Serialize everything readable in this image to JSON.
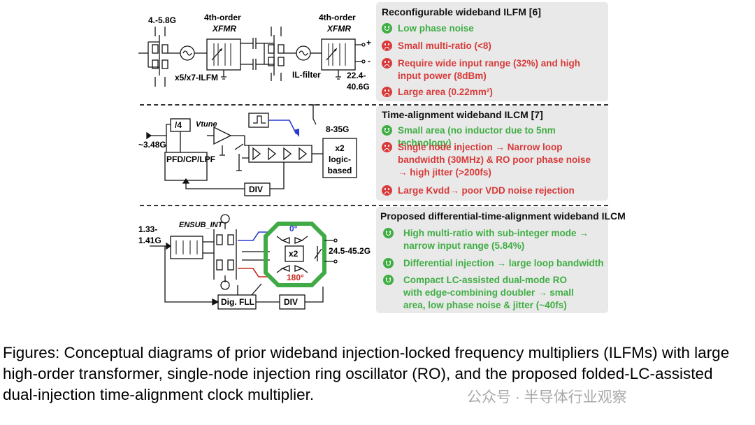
{
  "panels": [
    {
      "title": "Reconfigurable wideband ILFM [6]",
      "items": [
        {
          "sentiment": "good",
          "text": "Low phase noise"
        },
        {
          "sentiment": "bad",
          "text": "Small multi-ratio (<8)"
        },
        {
          "sentiment": "bad",
          "text": "Require wide input range (32%) and high input power (8dBm)"
        },
        {
          "sentiment": "bad",
          "text": "Large area (0.22mm²)"
        }
      ]
    },
    {
      "title": "Time-alignment wideband ILCM [7]",
      "items": [
        {
          "sentiment": "good",
          "text": "Small area (no inductor due to 5nm technology)"
        },
        {
          "sentiment": "bad",
          "text": "Single node injection → Narrow loop bandwidth (30MHz) & RO poor phase noise → high jitter (>200fs)"
        },
        {
          "sentiment": "bad",
          "text": "Large Kvdd→ poor VDD noise rejection"
        }
      ]
    },
    {
      "title": "Proposed differential-time-alignment wideband ILCM",
      "items": [
        {
          "sentiment": "good",
          "text": "High multi-ratio with sub-integer mode → narrow input range (5.84%)"
        },
        {
          "sentiment": "good",
          "text": "Differential injection → large loop bandwidth"
        },
        {
          "sentiment": "good",
          "text": "Compact LC-assisted dual-mode RO with edge-combining doubler → small area, low phase noise & jitter (~40fs)"
        }
      ]
    }
  ],
  "diagram1": {
    "input_freq": "4.-5.8G",
    "xfmr_order": "4th-order",
    "xfmr": "XFMR",
    "ilfm_label": "x5/x7-ILFM",
    "filter_label": "IL-filter",
    "output_freq": "22.4-40.6G",
    "plus": "+",
    "minus": "-"
  },
  "diagram2": {
    "input_freq": "~3.48G",
    "divider": "/4",
    "pfd": "PFD/CP/LPF",
    "vtune": "Vtune",
    "div": "DIV",
    "output_freq": "8-35G",
    "doubler": "x2 logic-based"
  },
  "diagram3": {
    "input_freq": "1.33-1.41G",
    "en_label": "ENSUB_INT",
    "phase0": "0°",
    "phase180": "180°",
    "x2": "x2",
    "output_freq": "24.5-45.2G",
    "fll": "Dig. FLL",
    "div": "DIV"
  },
  "caption": "Figures: Conceptual diagrams of prior wideband injection-locked frequency multipliers (ILFMs) with large high-order transformer, single-node injection ring oscillator (RO), and the proposed folded-LC-assisted dual-injection time-alignment clock multiplier.",
  "watermark": "公众号 · 半导体行业观察",
  "colors": {
    "good": "#3fae43",
    "bad": "#d83a3a",
    "panel": "#e9e9e9",
    "ring": "#3faa46",
    "inj_blue": "#2a3bd0",
    "inj_red": "#c8281f"
  }
}
